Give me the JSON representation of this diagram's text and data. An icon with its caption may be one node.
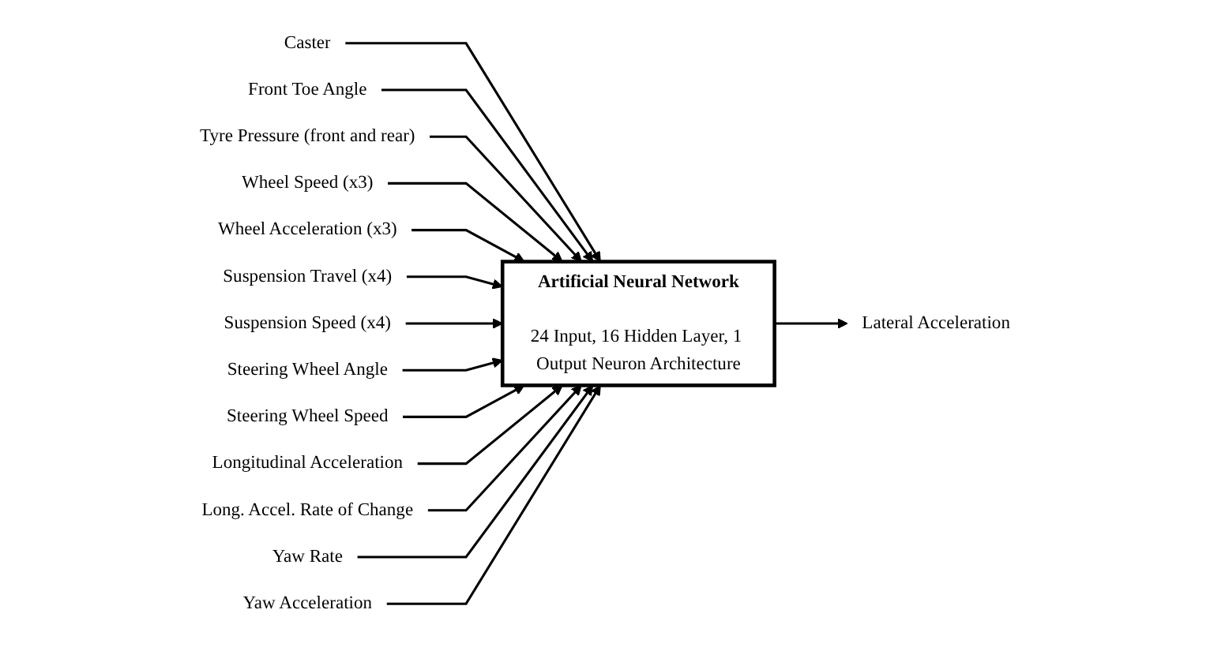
{
  "diagram": {
    "nodes": [
      {
        "text": [
          "Caster"
        ]
      },
      {
        "text": [
          "Front Toe Angle"
        ]
      },
      {
        "text": [
          "Tyre Pressure (front and rear)"
        ]
      },
      {
        "text": [
          "Wheel Speed (x3)"
        ]
      },
      {
        "text": [
          "Wheel Acceleration (x3)"
        ]
      },
      {
        "text": [
          "Suspension Travel (x4)"
        ]
      },
      {
        "text": [
          "Suspension Speed (x4)"
        ]
      },
      {
        "text": [
          "Steering Wheel Angle"
        ]
      },
      {
        "text": [
          "Steering Wheel Speed"
        ]
      },
      {
        "text": [
          "Longitudinal Acceleration"
        ]
      },
      {
        "text": [
          "Long. Accel. Rate of Change"
        ]
      },
      {
        "text": [
          "Yaw Rate"
        ]
      },
      {
        "text": [
          "Yaw Acceleration"
        ]
      },
      {
        "text": [
          "Artificial Neural Network",
          "24 Input, 16 Hidden Layer, 1 Output Neuron Architecture"
        ]
      },
      {
        "text": [
          "Lateral Acceleration"
        ]
      }
    ],
    "edges": [
      {
        "from": 0,
        "to": 13,
        "arrow": "to"
      },
      {
        "from": 1,
        "to": 13,
        "arrow": "to"
      },
      {
        "from": 2,
        "to": 13,
        "arrow": "to"
      },
      {
        "from": 3,
        "to": 13,
        "arrow": "to"
      },
      {
        "from": 4,
        "to": 13,
        "arrow": "to"
      },
      {
        "from": 5,
        "to": 13,
        "arrow": "to"
      },
      {
        "from": 6,
        "to": 13,
        "arrow": "to"
      },
      {
        "from": 7,
        "to": 13,
        "arrow": "to"
      },
      {
        "from": 8,
        "to": 13,
        "arrow": "to"
      },
      {
        "from": 9,
        "to": 13,
        "arrow": "to"
      },
      {
        "from": 10,
        "to": 13,
        "arrow": "to"
      },
      {
        "from": 11,
        "to": 13,
        "arrow": "to"
      },
      {
        "from": 12,
        "to": 13,
        "arrow": "to"
      },
      {
        "from": 13,
        "to": 14,
        "arrow": "to"
      }
    ]
  }
}
